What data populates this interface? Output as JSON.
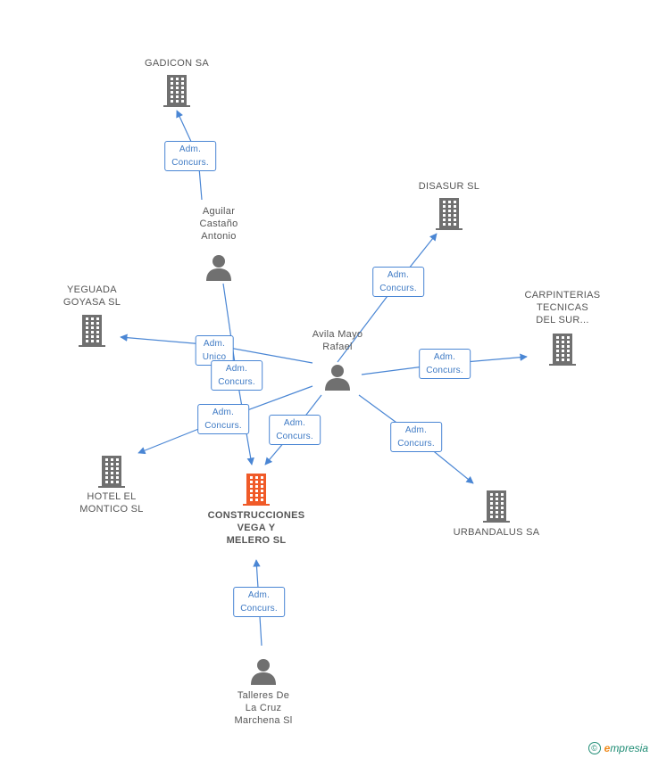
{
  "colors": {
    "company": "#707070",
    "focus": "#f05a28",
    "person": "#707070",
    "edge": "#4a86d4"
  },
  "nodes": [
    {
      "id": "gadicon",
      "type": "company",
      "label": "GADICON SA",
      "label_pos": "above"
    },
    {
      "id": "aguilar",
      "type": "person",
      "label": "Aguilar\nCastaño\nAntonio",
      "label_pos": "above"
    },
    {
      "id": "disasur",
      "type": "company",
      "label": "DISASUR SL",
      "label_pos": "above"
    },
    {
      "id": "yeguada",
      "type": "company",
      "label": "YEGUADA\nGOYASA SL",
      "label_pos": "above"
    },
    {
      "id": "avila",
      "type": "person",
      "label": "Avila Mayo\nRafael",
      "label_pos": "above"
    },
    {
      "id": "carpinterias",
      "type": "company",
      "label": "CARPINTERIAS\nTECNICAS\nDEL SUR...",
      "label_pos": "above"
    },
    {
      "id": "hotel",
      "type": "company",
      "label": "HOTEL EL\nMONTICO SL",
      "label_pos": "below"
    },
    {
      "id": "construcciones",
      "type": "focus",
      "label": "CONSTRUCCIONES\nVEGA Y\nMELERO SL",
      "label_pos": "below"
    },
    {
      "id": "urbandalus",
      "type": "company",
      "label": "URBANDALUS SA",
      "label_pos": "below"
    },
    {
      "id": "talleres",
      "type": "person",
      "label": "Talleres De\nLa Cruz\nMarchena Sl",
      "label_pos": "below"
    }
  ],
  "relations": [
    {
      "from": "aguilar",
      "to": "gadicon",
      "label": "Adm.\nConcurs."
    },
    {
      "from": "avila",
      "to": "disasur",
      "label": "Adm.\nConcurs."
    },
    {
      "from": "avila",
      "to": "yeguada",
      "label": "Adm.\nUnico"
    },
    {
      "from": "aguilar",
      "to": "construcciones",
      "label": "Adm.\nConcurs."
    },
    {
      "from": "avila",
      "to": "carpinterias",
      "label": "Adm.\nConcurs."
    },
    {
      "from": "avila",
      "to": "hotel",
      "label": "Adm.\nConcurs."
    },
    {
      "from": "avila",
      "to": "construcciones",
      "label": "Adm.\nConcurs."
    },
    {
      "from": "avila",
      "to": "urbandalus",
      "label": "Adm.\nConcurs."
    },
    {
      "from": "talleres",
      "to": "construcciones",
      "label": "Adm.\nConcurs."
    }
  ],
  "footer": {
    "copyright_symbol": "©",
    "brand_initial": "e",
    "brand_rest": "mpresia"
  }
}
